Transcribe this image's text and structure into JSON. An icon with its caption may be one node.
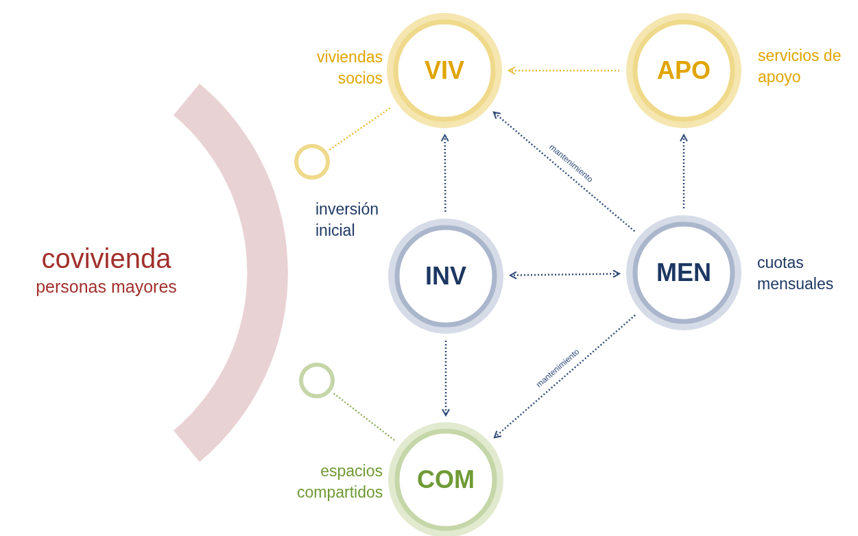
{
  "diagram": {
    "nodes": [
      {
        "text": [
          "VIV"
        ],
        "beside": [
          "viviendas socios"
        ]
      },
      {
        "text": [
          "APO"
        ],
        "beside": [
          "servicios de apoyo"
        ]
      },
      {
        "text": [
          "INV"
        ],
        "beside": [
          "inversión inicial"
        ]
      },
      {
        "text": [
          "MEN"
        ],
        "beside": [
          "cuotas mensuales"
        ]
      },
      {
        "text": [
          "COM"
        ],
        "beside": [
          "espacios compartidos"
        ]
      },
      {
        "text": [],
        "shape": "circle"
      },
      {
        "text": [],
        "shape": "circle"
      },
      {
        "text": [],
        "shape": "band",
        "beside": [
          "covivienda",
          "personas mayores"
        ]
      }
    ],
    "edges": [
      {
        "from": 1,
        "to": 0,
        "arrow": "to",
        "color": "#e8b930"
      },
      {
        "from": 5,
        "to": 0,
        "arrow": "none",
        "color": "#e8b930"
      },
      {
        "from": 2,
        "to": 0,
        "arrow": "to"
      },
      {
        "from": 3,
        "to": 0,
        "arrow": "to",
        "label": "mantenimiento"
      },
      {
        "from": 3,
        "to": 1,
        "arrow": "to"
      },
      {
        "from": 2,
        "to": 3,
        "arrow": "both"
      },
      {
        "from": 2,
        "to": 4,
        "arrow": "to"
      },
      {
        "from": 3,
        "to": 4,
        "arrow": "to",
        "label": "mantenimiento"
      },
      {
        "from": 6,
        "to": 4,
        "arrow": "none",
        "color": "#8fae5a"
      }
    ]
  }
}
